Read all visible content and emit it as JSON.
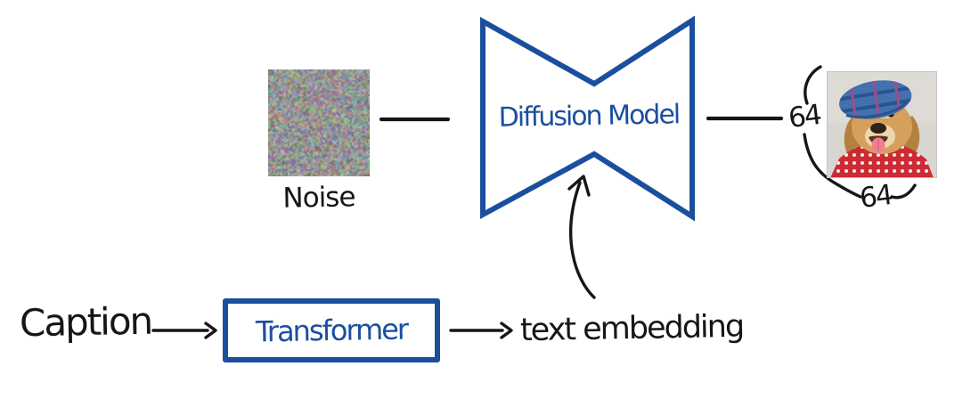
{
  "palette": {
    "accent_blue": "#1b4f9e",
    "ink": "#161616"
  },
  "nodes": {
    "noise": {
      "label": "Noise",
      "icon": "noise-thumbnail"
    },
    "diffusion": {
      "label": "Diffusion Model",
      "shape": "bowtie"
    },
    "output": {
      "icon": "dog-photo",
      "height_label": "64",
      "width_label": "64"
    },
    "caption": {
      "label": "Caption"
    },
    "transformer": {
      "label": "Transformer",
      "shape": "rectangle"
    },
    "embedding": {
      "label": "text embedding"
    }
  },
  "edges": [
    {
      "from": "noise",
      "to": "diffusion",
      "style": "plain-line"
    },
    {
      "from": "diffusion",
      "to": "output",
      "style": "plain-line"
    },
    {
      "from": "caption",
      "to": "transformer",
      "style": "arrow"
    },
    {
      "from": "transformer",
      "to": "embedding",
      "style": "arrow"
    },
    {
      "from": "embedding",
      "to": "diffusion",
      "style": "curved-arrow"
    }
  ]
}
